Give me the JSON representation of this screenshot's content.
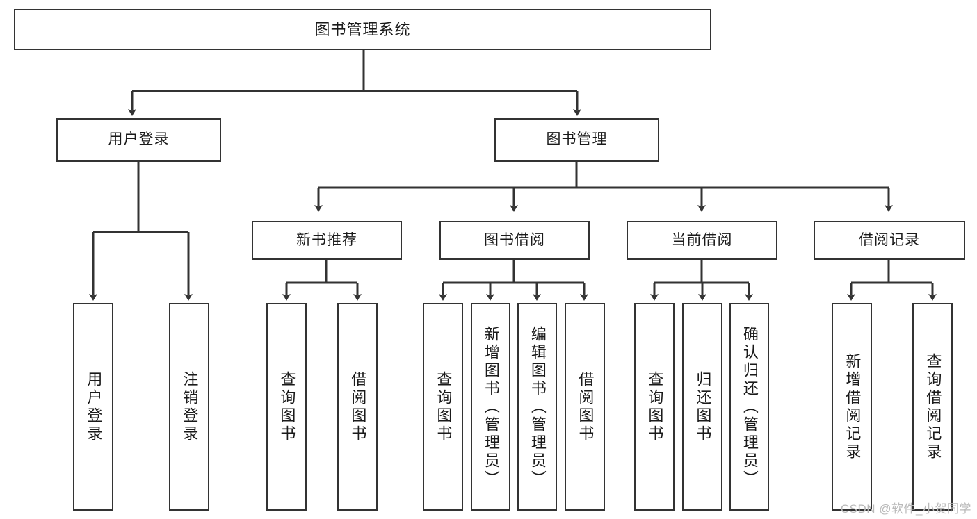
{
  "diagram": {
    "title": "图书管理系统",
    "type": "tree-hierarchy",
    "watermark": "CSDN @软件_小贺同学",
    "colors": {
      "stroke": "#333333",
      "fill": "#ffffff",
      "text": "#1a1a1a",
      "watermark": "#b9b9b9"
    }
  },
  "nodes": {
    "root": {
      "label": "图书管理系统"
    },
    "level1": [
      {
        "id": "user-login",
        "label": "用户登录"
      },
      {
        "id": "book-management",
        "label": "图书管理"
      }
    ],
    "level2": [
      {
        "id": "new-book-recommend",
        "label": "新书推荐"
      },
      {
        "id": "book-borrow",
        "label": "图书借阅"
      },
      {
        "id": "current-borrow",
        "label": "当前借阅"
      },
      {
        "id": "borrow-record",
        "label": "借阅记录"
      }
    ],
    "leaves": {
      "user_login": [
        {
          "id": "leaf-user-login",
          "label": "用户登录"
        },
        {
          "id": "leaf-logout-login",
          "label": "注销登录"
        }
      ],
      "new_book_recommend": [
        {
          "id": "leaf-query-book-1",
          "label": "查询图书"
        },
        {
          "id": "leaf-borrow-book-1",
          "label": "借阅图书"
        }
      ],
      "book_borrow": [
        {
          "id": "leaf-query-book-2",
          "label": "查询图书"
        },
        {
          "id": "leaf-add-book",
          "label": "新增图书（管理员）"
        },
        {
          "id": "leaf-edit-book",
          "label": "编辑图书（管理员）"
        },
        {
          "id": "leaf-borrow-book-2",
          "label": "借阅图书"
        }
      ],
      "current_borrow": [
        {
          "id": "leaf-query-book-3",
          "label": "查询图书"
        },
        {
          "id": "leaf-return-book",
          "label": "归还图书"
        },
        {
          "id": "leaf-confirm-return",
          "label": "确认归还（管理员）"
        }
      ],
      "borrow_record": [
        {
          "id": "leaf-add-record",
          "label": "新增借阅记录"
        },
        {
          "id": "leaf-query-record",
          "label": "查询借阅记录"
        }
      ]
    }
  }
}
